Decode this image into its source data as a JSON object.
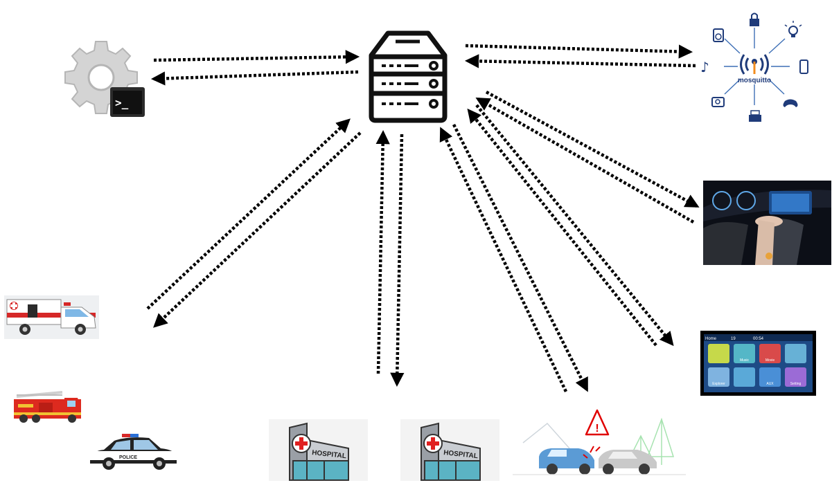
{
  "nodes": {
    "server": {
      "icon": "server-icon"
    },
    "admin_terminal": {
      "icon": "gear-terminal-icon"
    },
    "mosquitto_broker": {
      "icon": "mosquitto-broker-icon",
      "label": "mosquitto"
    },
    "car_dashboard": {
      "icon": "car-dashboard-photo"
    },
    "head_unit": {
      "icon": "infotainment-screen",
      "status_bar": {
        "home": "Home",
        "volume": "19",
        "time": "00:54"
      },
      "tiles": [
        "",
        "Music",
        "Movie",
        "",
        "Explorer",
        "",
        "AUX",
        "Setting"
      ]
    },
    "ambulance": {
      "icon": "ambulance-icon"
    },
    "fire_truck": {
      "icon": "fire-truck-icon"
    },
    "police_car": {
      "icon": "police-car-icon",
      "label": "POLICE"
    },
    "hospital_1": {
      "icon": "hospital-icon",
      "label": "HOSPITAL"
    },
    "hospital_2": {
      "icon": "hospital-icon",
      "label": "HOSPITAL"
    },
    "accident_scene": {
      "icon": "car-crash-warning-icon",
      "label": "!"
    }
  },
  "colors": {
    "arrow": "#000000",
    "server_stroke": "#111111",
    "hospital_red": "#e02020",
    "ambulance_red": "#d62828",
    "warning_red": "#e00000",
    "crash_blue": "#5b9bd5",
    "crash_gray": "#b8b8b8",
    "head_unit_tiles": [
      "#c6d94a",
      "#54b7c7",
      "#d94a4a",
      "#67b1d6",
      "#7fb3e0",
      "#5aa9d8",
      "#4a8fd6",
      "#9b6bd6"
    ]
  },
  "edges": [
    {
      "from": "admin_terminal",
      "to": "server",
      "direction": "bidirectional"
    },
    {
      "from": "server",
      "to": "mosquitto_broker",
      "direction": "bidirectional"
    },
    {
      "from": "server",
      "to": "ambulance",
      "direction": "bidirectional"
    },
    {
      "from": "server",
      "to": "hospital_2",
      "direction": "bidirectional"
    },
    {
      "from": "server",
      "to": "accident_scene",
      "direction": "bidirectional"
    },
    {
      "from": "server",
      "to": "car_dashboard",
      "direction": "bidirectional"
    },
    {
      "from": "server",
      "to": "head_unit",
      "direction": "bidirectional"
    }
  ]
}
